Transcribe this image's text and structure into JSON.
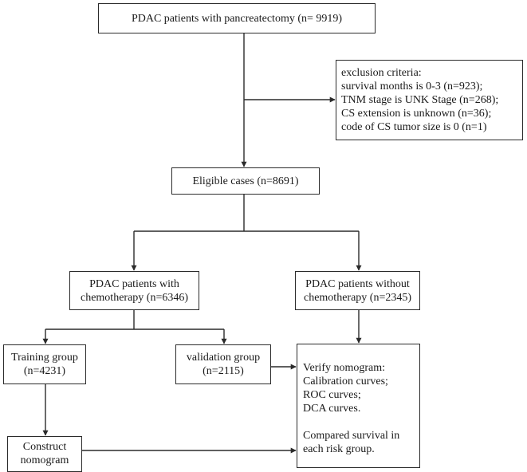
{
  "nodes": {
    "top": {
      "lines": [
        "PDAC patients with pancreatectomy (n= 9919)"
      ]
    },
    "exclusion": {
      "lines": [
        "exclusion criteria:",
        "survival months is 0-3 (n=923);",
        "TNM stage is UNK Stage (n=268);",
        "CS extension is unknown (n=36);",
        "code of CS tumor size is 0 (n=1)"
      ]
    },
    "eligible": {
      "lines": [
        "Eligible cases (n=8691)"
      ]
    },
    "chemo": {
      "lines": [
        "PDAC patients with",
        "chemotherapy (n=6346)"
      ]
    },
    "no_chemo": {
      "lines": [
        "PDAC patients without",
        "chemotherapy (n=2345)"
      ]
    },
    "training": {
      "lines": [
        "Training group",
        "(n=4231)"
      ]
    },
    "validation": {
      "lines": [
        "validation group",
        "(n=2115)"
      ]
    },
    "verify": {
      "lines": [
        "Verify nomogram:",
        "Calibration curves;",
        "ROC curves;",
        "DCA curves."
      ],
      "lines2": [
        "Compared survival in",
        "each risk group."
      ]
    },
    "construct": {
      "lines": [
        "Construct",
        "nomogram"
      ]
    }
  }
}
